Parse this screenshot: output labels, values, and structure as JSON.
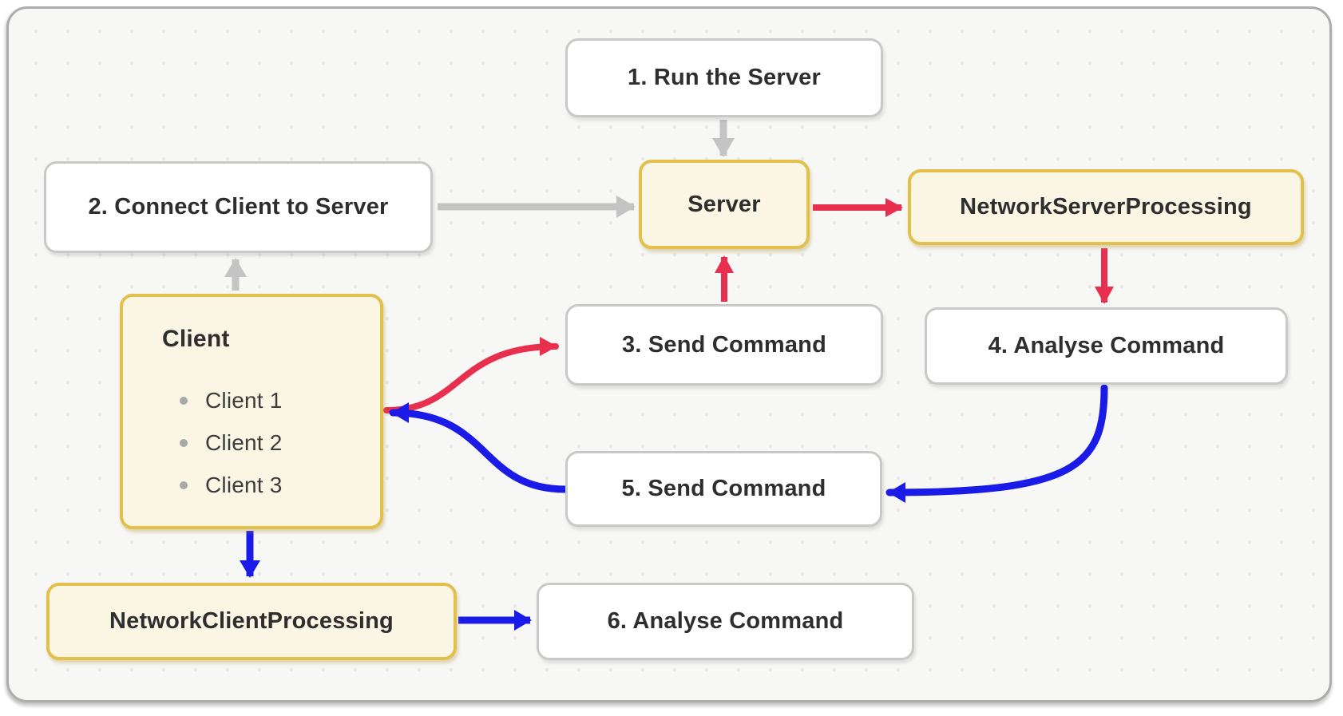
{
  "diagram": {
    "nodes": {
      "run_server": {
        "label": "1. Run the Server"
      },
      "connect_client": {
        "label": "2. Connect Client to Server"
      },
      "server": {
        "label": "Server"
      },
      "network_server_processing": {
        "label": "NetworkServerProcessing"
      },
      "send_command_3": {
        "label": "3. Send Command"
      },
      "analyse_command_4": {
        "label": "4. Analyse Command"
      },
      "client": {
        "title": "Client",
        "items": [
          "Client 1",
          "Client 2",
          "Client 3"
        ]
      },
      "send_command_5": {
        "label": "5. Send Command"
      },
      "network_client_processing": {
        "label": "NetworkClientProcessing"
      },
      "analyse_command_6": {
        "label": "6. Analyse Command"
      }
    },
    "edges": [
      {
        "from": "run_server",
        "to": "server",
        "color": "gray"
      },
      {
        "from": "connect_client",
        "to": "server",
        "color": "gray"
      },
      {
        "from": "client",
        "to": "connect_client",
        "color": "gray"
      },
      {
        "from": "server",
        "to": "network_server_processing",
        "color": "red"
      },
      {
        "from": "send_command_3",
        "to": "server",
        "color": "red"
      },
      {
        "from": "network_server_processing",
        "to": "analyse_command_4",
        "color": "red"
      },
      {
        "from": "client",
        "to": "send_command_3",
        "color": "red"
      },
      {
        "from": "analyse_command_4",
        "to": "send_command_5",
        "color": "blue"
      },
      {
        "from": "send_command_5",
        "to": "client",
        "color": "blue"
      },
      {
        "from": "client",
        "to": "network_client_processing",
        "color": "blue"
      },
      {
        "from": "network_client_processing",
        "to": "analyse_command_6",
        "color": "blue"
      }
    ],
    "colors": {
      "red": "#e8304e",
      "blue": "#1b1be8",
      "gray": "#c4c4c4",
      "gold_border": "#e3c04c",
      "cream_fill": "#fbf6e3",
      "box_border": "#c9c9c9",
      "canvas_bg": "#f7f7f6",
      "text": "#2e2e2e"
    }
  }
}
